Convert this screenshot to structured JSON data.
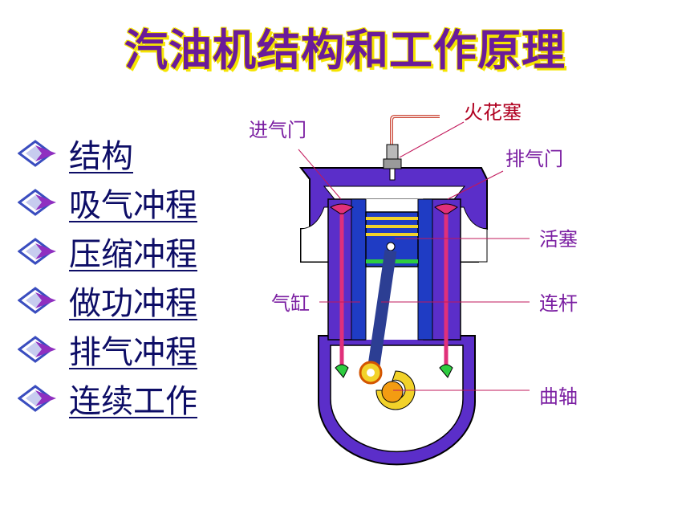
{
  "title": "汽油机结构和工作原理",
  "menu": {
    "items": [
      {
        "label": "结构"
      },
      {
        "label": "吸气冲程"
      },
      {
        "label": "压缩冲程"
      },
      {
        "label": "做功冲程"
      },
      {
        "label": "排气冲程"
      },
      {
        "label": "连续工作"
      }
    ]
  },
  "diagram": {
    "labels": {
      "spark_plug": "火花塞",
      "intake_valve": "进气门",
      "exhaust_valve": "排气门",
      "piston": "活塞",
      "cylinder": "气缸",
      "connecting_rod": "连杆",
      "crankshaft": "曲轴"
    }
  },
  "colors": {
    "title": "#6a1b9a",
    "title_shadow": "#f5e400",
    "engine_body": "#5b2ec9",
    "engine_cavity": "#1f3cc4",
    "valve": "#e0307a",
    "piston_ring": "#f2d22a",
    "label_red": "#b00020",
    "label_purple": "#7b1fa2"
  }
}
